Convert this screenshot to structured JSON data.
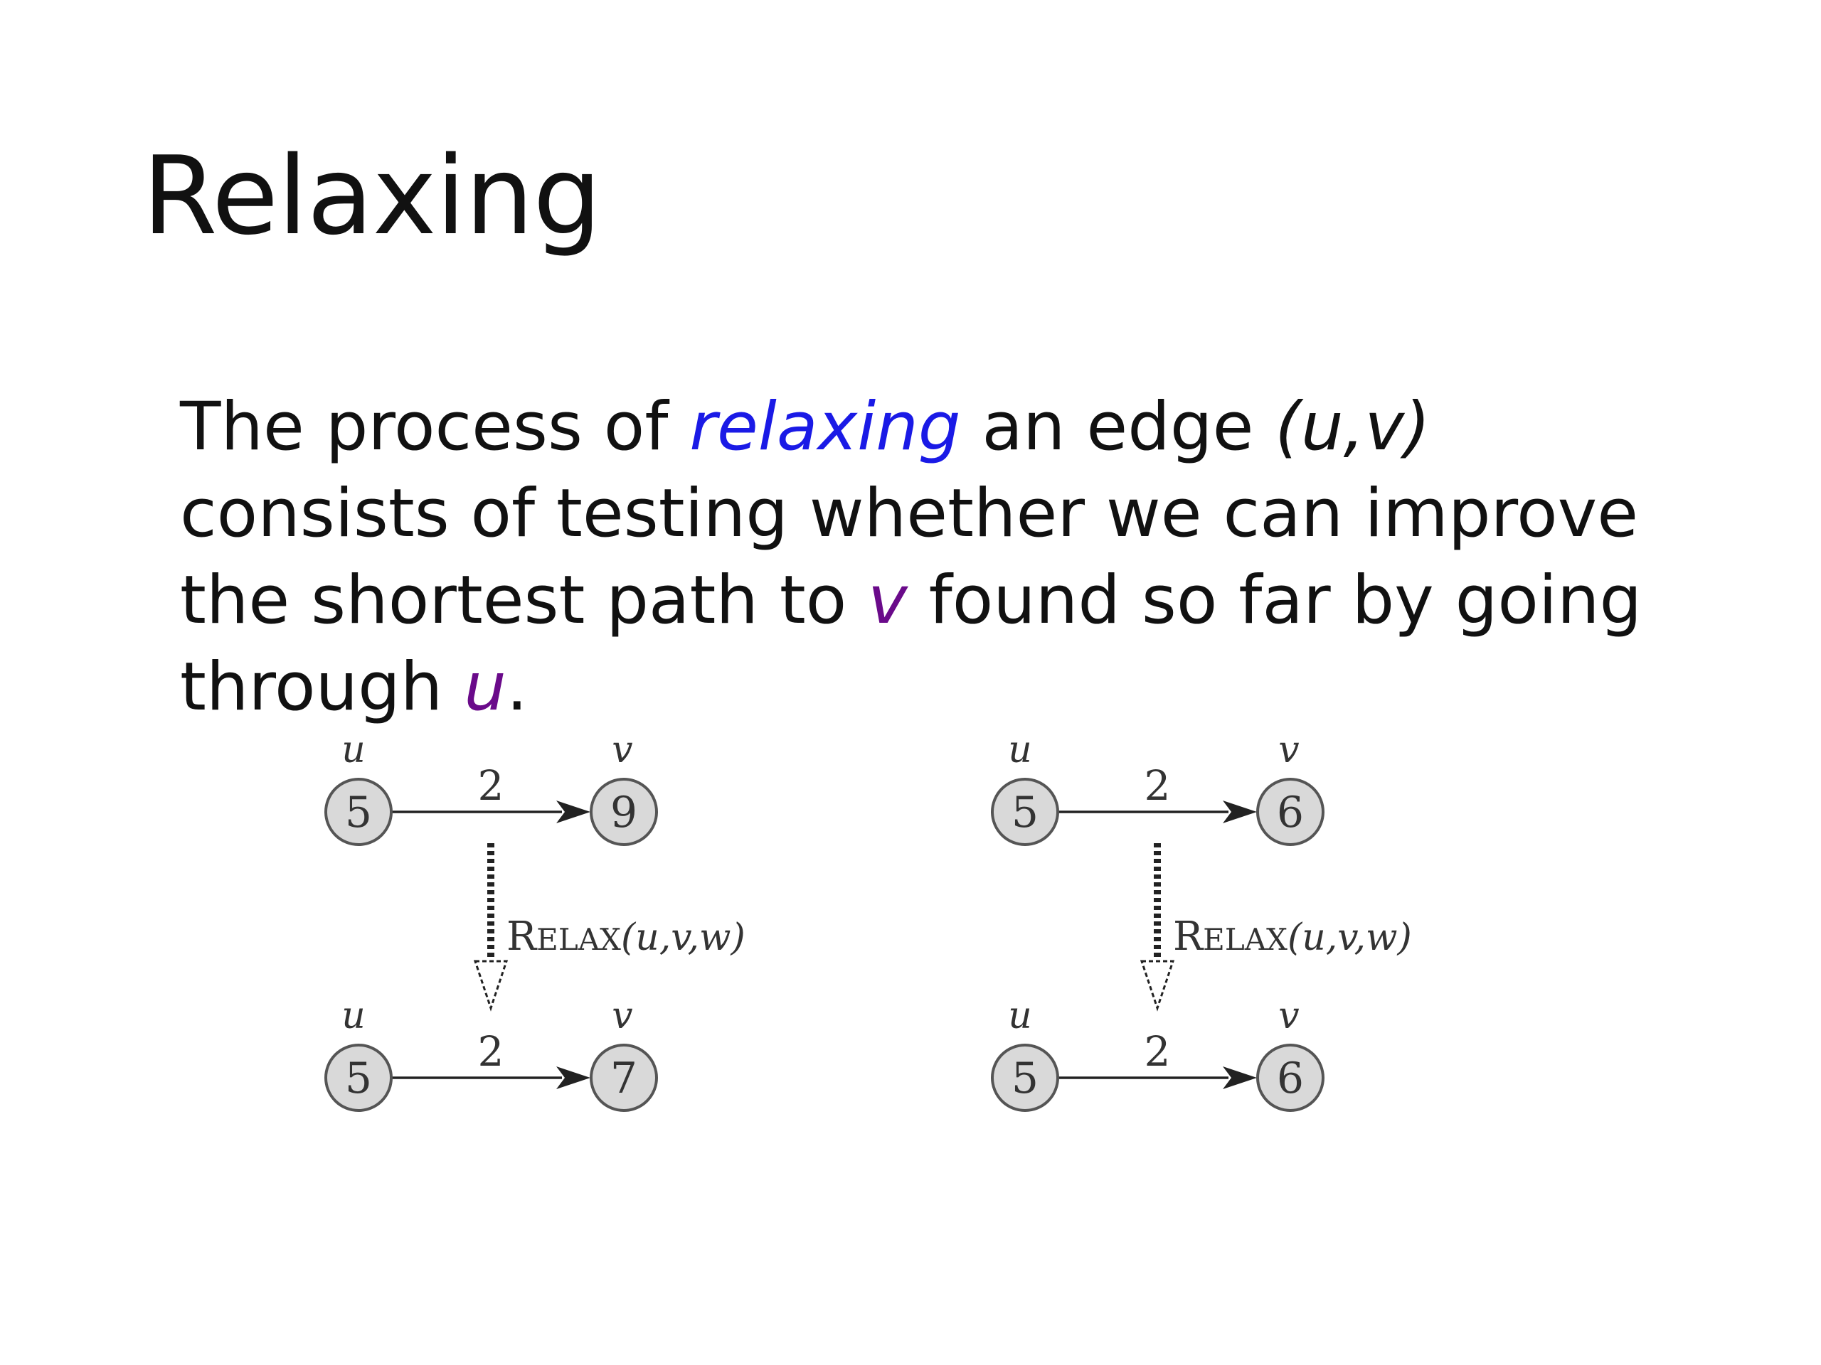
{
  "slide": {
    "title": "Relaxing",
    "body": {
      "p1": "The process of ",
      "keyword": "relaxing",
      "p2": " an edge ",
      "edge_notation": "(u,v)",
      "p3": " consists of testing whether we can improve the shortest path to ",
      "var_v": "v",
      "p4": " found so far by going through ",
      "var_u": "u",
      "p5": "."
    }
  },
  "diagrams": [
    {
      "before": {
        "u_label": "u",
        "v_label": "v",
        "u_value": "5",
        "v_value": "9",
        "weight": "2"
      },
      "op": {
        "name_big": "R",
        "name_small": "ELAX",
        "args": "(u,v,w)"
      },
      "after": {
        "u_label": "u",
        "v_label": "v",
        "u_value": "5",
        "v_value": "7",
        "weight": "2"
      }
    },
    {
      "before": {
        "u_label": "u",
        "v_label": "v",
        "u_value": "5",
        "v_value": "6",
        "weight": "2"
      },
      "op": {
        "name_big": "R",
        "name_small": "ELAX",
        "args": "(u,v,w)"
      },
      "after": {
        "u_label": "u",
        "v_label": "v",
        "u_value": "5",
        "v_value": "6",
        "weight": "2"
      }
    }
  ],
  "colors": {
    "keyword": "#1a1ae6",
    "variable": "#6a0a8a",
    "node_fill": "#d9d9d9"
  }
}
